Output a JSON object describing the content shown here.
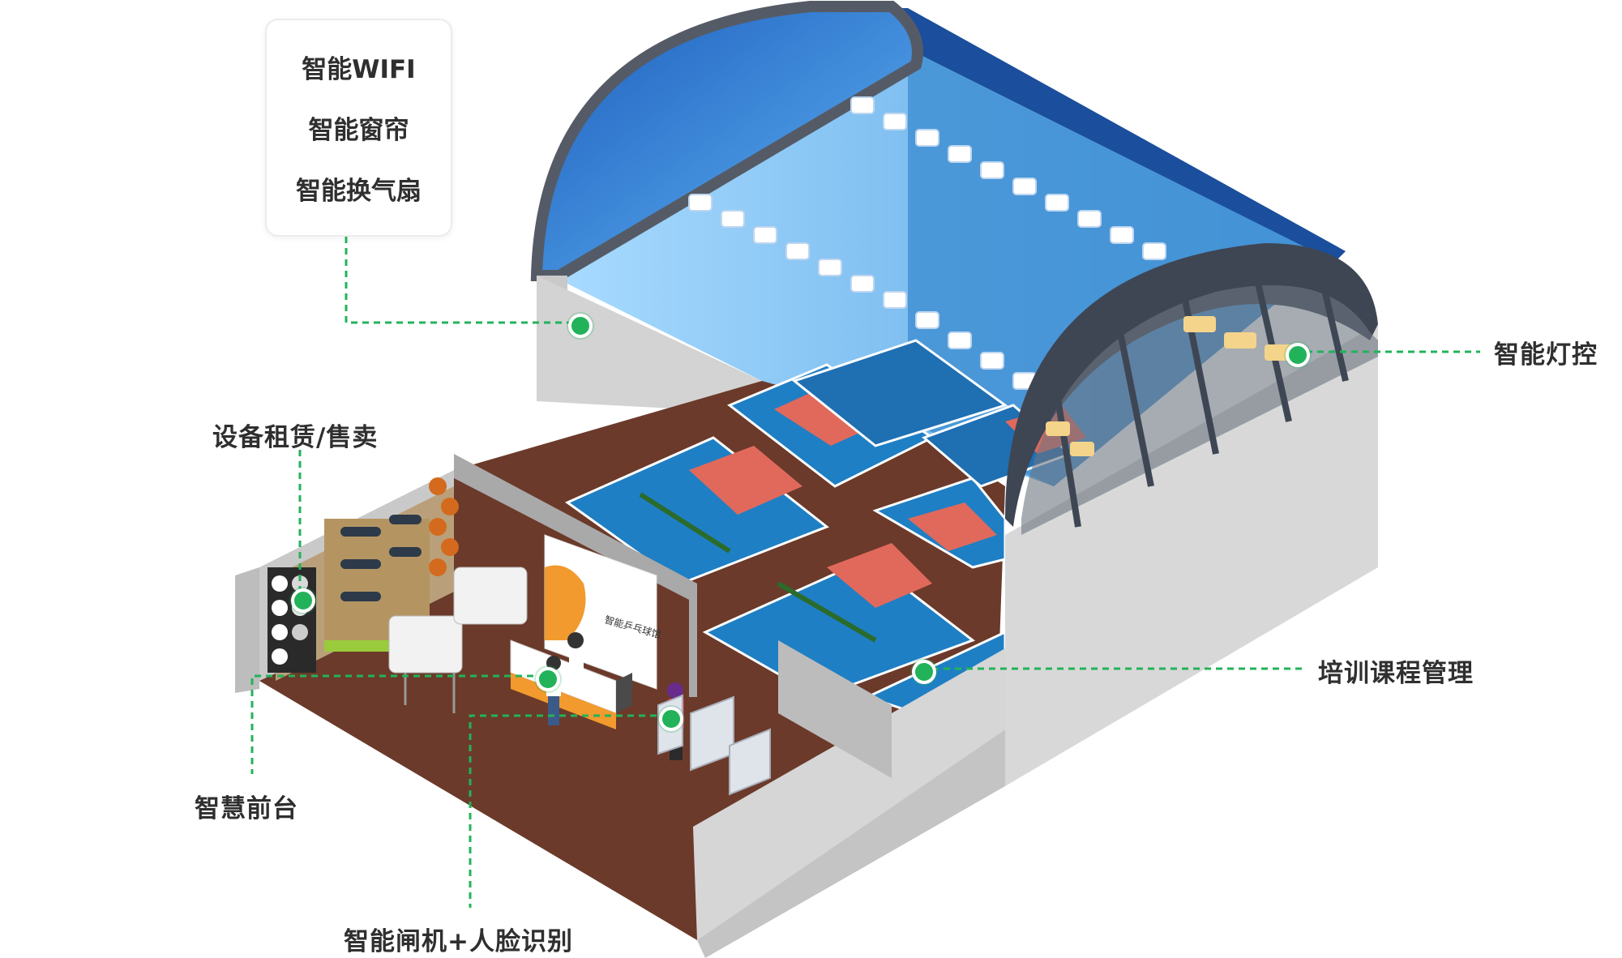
{
  "info_box": {
    "items": [
      "智能WIFI",
      "智能窗帘",
      "智能换气扇"
    ]
  },
  "labels": {
    "lighting": "智能灯控",
    "rental": "设备租赁/售卖",
    "training": "培训课程管理",
    "front_desk": "智慧前台",
    "gate": "智能闸机+人脸识别",
    "sign": "智能乒乓球馆"
  },
  "colors": {
    "accent_green": "#22b35a",
    "floor_brown": "#6b3a2a",
    "court_blue": "#1f7fc4",
    "court_red": "#e0695c",
    "roof_blue": "#2f7fd8",
    "wall_gray": "#cfcfcf"
  }
}
